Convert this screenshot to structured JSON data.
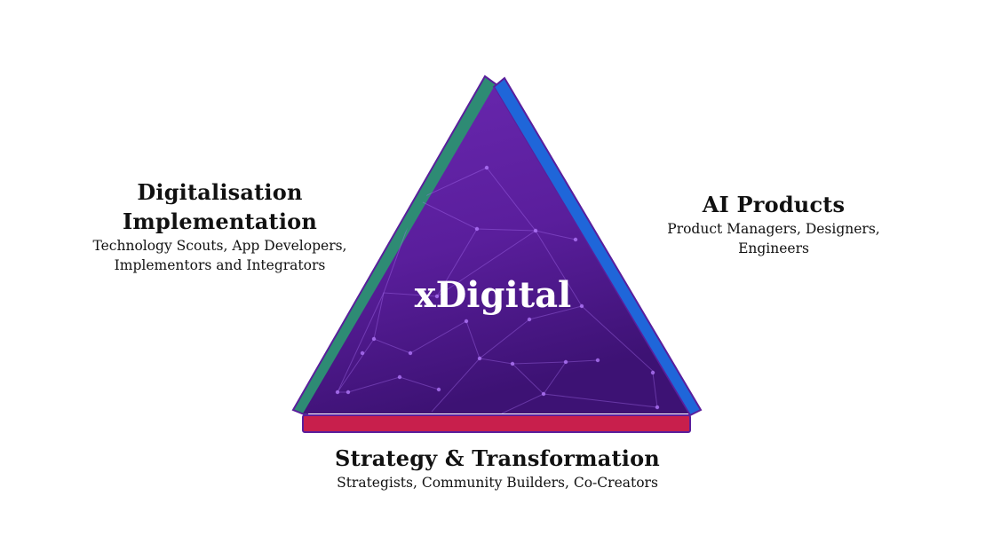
{
  "center": {
    "title": "xDigital"
  },
  "sides": {
    "left": {
      "title_line1": "Digitalisation",
      "title_line2": "Implementation",
      "desc_line1": "Technology Scouts, App Developers,",
      "desc_line2": "Implementors and Integrators"
    },
    "right": {
      "title": "AI Products",
      "desc_line1": "Product Managers, Designers,",
      "desc_line2": "Engineers"
    },
    "bottom": {
      "title": "Strategy & Transformation",
      "desc": "Strategists, Community Builders, Co-Creators"
    }
  },
  "colors": {
    "triangle_fill": "#5a1e9c",
    "triangle_fill_dark": "#3d1274",
    "left_edge": "#2e8b74",
    "right_edge": "#1f66d9",
    "bottom_edge": "#c81f4c",
    "network": "#b57cff"
  }
}
